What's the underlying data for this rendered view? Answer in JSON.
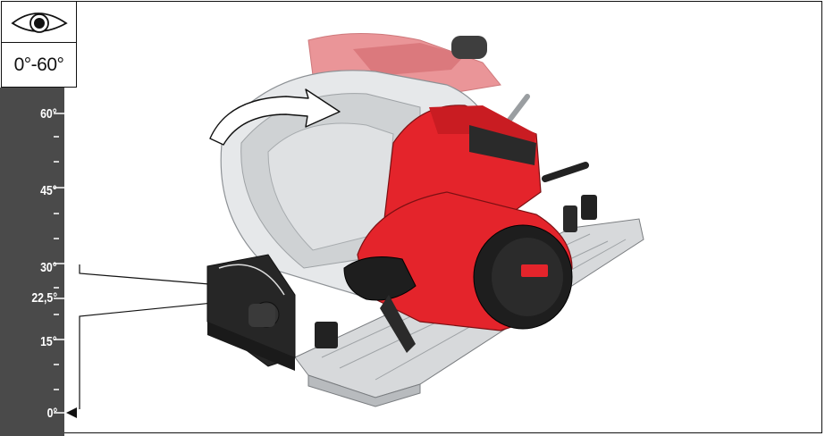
{
  "indicator": {
    "eye_icon": "eye-icon",
    "range_label": "0°-60°"
  },
  "scale": {
    "marks": [
      {
        "label": "60°",
        "value": 60
      },
      {
        "label": "45°",
        "value": 45
      },
      {
        "label": "30°",
        "value": 30
      },
      {
        "label": "22,5°",
        "value": 22.5
      },
      {
        "label": "15°",
        "value": 15
      },
      {
        "label": "0°",
        "value": 0
      }
    ],
    "current_value": 0,
    "pointer_icon": "triangle-pointer-icon"
  },
  "illustration": {
    "subject": "circular-saw-on-guide-rail",
    "rotation_arrow_icon": "curved-arrow-icon",
    "colors": {
      "body_red": "#e4242b",
      "body_dark": "#1e1e1e",
      "guard_grey": "#cfd2d4",
      "ghost_red": "#e88a8d",
      "ruler_grey": "#4a4a4a"
    }
  }
}
